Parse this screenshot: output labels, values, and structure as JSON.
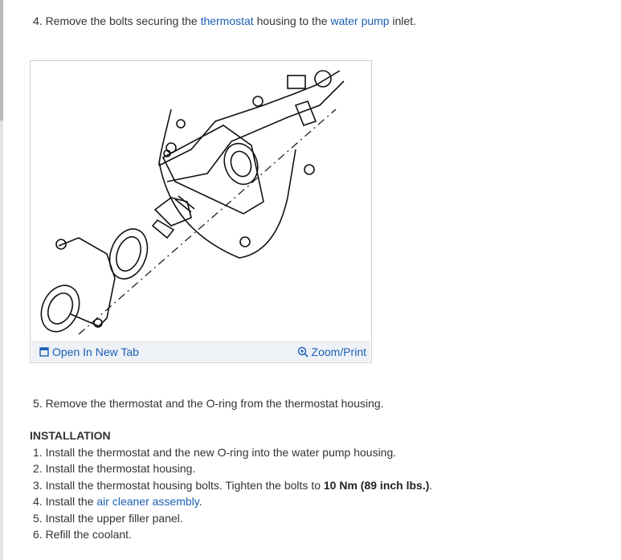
{
  "steps": {
    "step4": {
      "prefix": "4. Remove the bolts securing the ",
      "link1": "thermostat",
      "mid": " housing to the ",
      "link2": "water pump",
      "suffix": " inlet."
    },
    "step5": "5. Remove the thermostat and the O-ring from the thermostat housing."
  },
  "figure": {
    "open_tab_label": "Open In New Tab",
    "zoom_label": "Zoom/Print"
  },
  "installation": {
    "heading": "INSTALLATION",
    "items": [
      {
        "text": "1. Install the thermostat and the new O-ring into the water pump housing."
      },
      {
        "text": "2. Install the thermostat housing."
      },
      {
        "prefix": "3. Install the thermostat housing bolts. Tighten the bolts to ",
        "bold": "10 Nm (89 inch lbs.)",
        "suffix": "."
      },
      {
        "prefix": "4. Install the ",
        "link": "air cleaner assembly",
        "suffix": "."
      },
      {
        "text": "5. Install the upper filler panel."
      },
      {
        "text": "6. Refill the coolant."
      }
    ]
  },
  "colors": {
    "link": "#1a5fb4",
    "text": "#333333"
  }
}
